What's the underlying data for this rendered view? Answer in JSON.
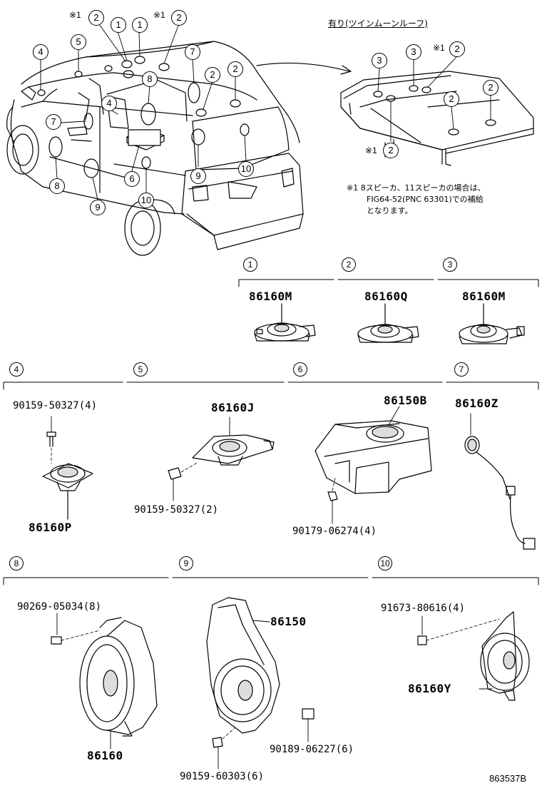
{
  "roof_header": "有り(ツインムーンルーフ)",
  "note": {
    "mark": "※1",
    "line1": "8スピーカ、11スピーカの場合は、",
    "line2": "FIG64-52(PNC 63301)での補給",
    "line3": "となります。"
  },
  "asterisk": "※1",
  "callouts": {
    "c1": "1",
    "c2": "2",
    "c3": "3",
    "c4": "4",
    "c5": "5",
    "c6": "6",
    "c7": "7",
    "c8": "8",
    "c9": "9",
    "c10": "10"
  },
  "sections": [
    {
      "num": "1",
      "parts": [
        "86160M"
      ]
    },
    {
      "num": "2",
      "parts": [
        "86160Q"
      ]
    },
    {
      "num": "3",
      "parts": [
        "86160M"
      ]
    },
    {
      "num": "4",
      "parts": [
        "90159-50327(4)",
        "86160P"
      ]
    },
    {
      "num": "5",
      "parts": [
        "86160J",
        "90159-50327(2)"
      ]
    },
    {
      "num": "6",
      "parts": [
        "86150B",
        "90179-06274(4)"
      ]
    },
    {
      "num": "7",
      "parts": [
        "86160Z"
      ]
    },
    {
      "num": "8",
      "parts": [
        "90269-05034(8)",
        "86160"
      ]
    },
    {
      "num": "9",
      "parts": [
        "86150",
        "90189-06227(6)",
        "90159-60303(6)"
      ]
    },
    {
      "num": "10",
      "parts": [
        "91673-80616(4)",
        "86160Y"
      ]
    }
  ],
  "diagram_code": "863537B",
  "colors": {
    "line": "#000000",
    "background": "#ffffff"
  }
}
